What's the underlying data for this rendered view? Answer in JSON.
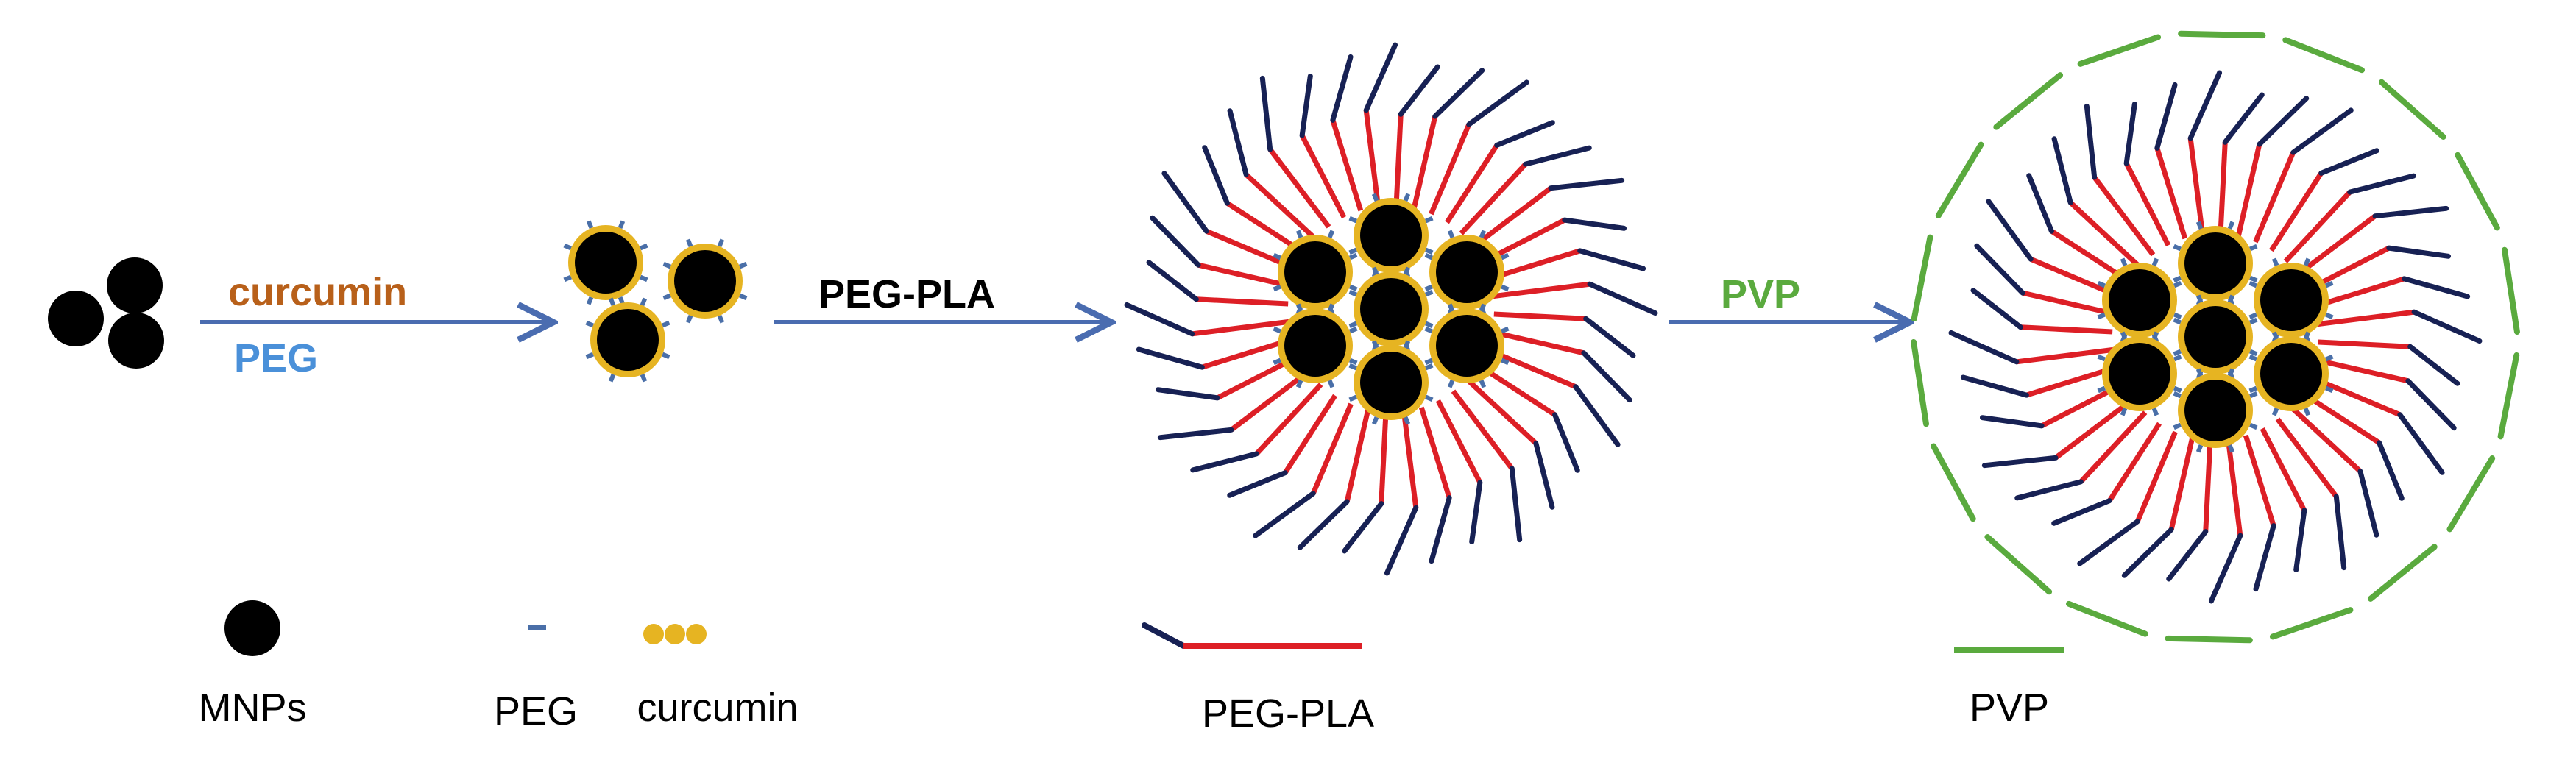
{
  "steps": {
    "step1_label_top": "curcumin",
    "step1_label_bottom": "PEG",
    "step2_label": "PEG-PLA",
    "step3_label": "PVP"
  },
  "legend": {
    "mnps": "MNPs",
    "peg": "PEG",
    "curcumin": "curcumin",
    "peg_pla": "PEG-PLA",
    "pvp": "PVP"
  },
  "colors": {
    "particle": "#000000",
    "curcumin": "#e6b422",
    "peg": "#4a6fa8",
    "pla": "#dd1f26",
    "peg_tail": "#172154",
    "pvp": "#5aaa3e",
    "arrow": "#4a6cb0",
    "text_curcumin": "#b8601a",
    "text_peg": "#4a90d9",
    "text_pvp": "#5aaa3e",
    "text_dark": "#000000"
  }
}
